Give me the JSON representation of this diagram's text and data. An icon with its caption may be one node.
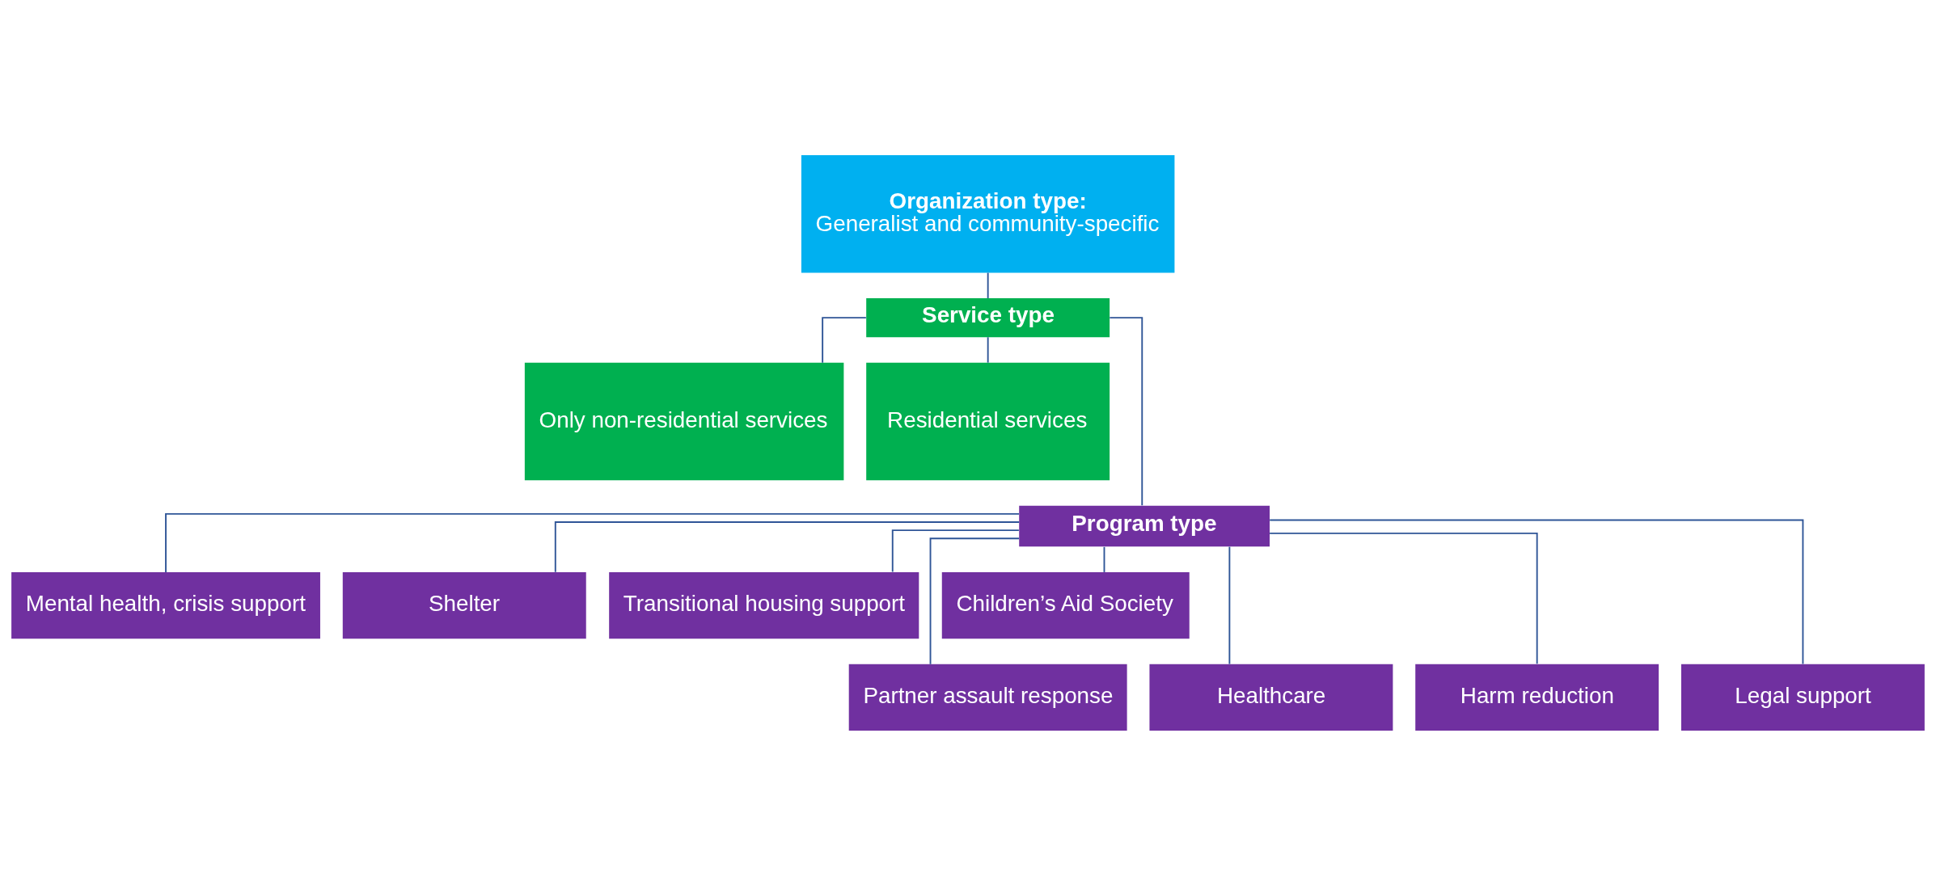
{
  "diagram": {
    "nodes": [
      {
        "text": [
          "Organization type:",
          "Generalist and community-specific"
        ]
      },
      {
        "text": [
          "Service type"
        ]
      },
      {
        "text": [
          "Only non-residential services"
        ]
      },
      {
        "text": [
          "Residential services"
        ]
      },
      {
        "text": [
          "Program type"
        ]
      },
      {
        "text": [
          "Mental health, crisis support"
        ]
      },
      {
        "text": [
          "Shelter"
        ]
      },
      {
        "text": [
          "Transitional housing support"
        ]
      },
      {
        "text": [
          "Children’s Aid Society"
        ]
      },
      {
        "text": [
          "Partner assault response"
        ]
      },
      {
        "text": [
          "Healthcare"
        ]
      },
      {
        "text": [
          "Harm reduction"
        ]
      },
      {
        "text": [
          "Legal support"
        ]
      }
    ],
    "edges": [
      {
        "from": 0,
        "to": 1,
        "arrow": "none"
      },
      {
        "from": 1,
        "to": 2,
        "arrow": "none"
      },
      {
        "from": 1,
        "to": 3,
        "arrow": "none"
      },
      {
        "from": 1,
        "to": 4,
        "arrow": "none"
      },
      {
        "from": 4,
        "to": 5,
        "arrow": "none"
      },
      {
        "from": 4,
        "to": 6,
        "arrow": "none"
      },
      {
        "from": 4,
        "to": 7,
        "arrow": "none"
      },
      {
        "from": 4,
        "to": 8,
        "arrow": "none"
      },
      {
        "from": 4,
        "to": 9,
        "arrow": "none"
      },
      {
        "from": 4,
        "to": 10,
        "arrow": "none"
      },
      {
        "from": 4,
        "to": 11,
        "arrow": "none"
      },
      {
        "from": 4,
        "to": 12,
        "arrow": "none"
      }
    ]
  }
}
